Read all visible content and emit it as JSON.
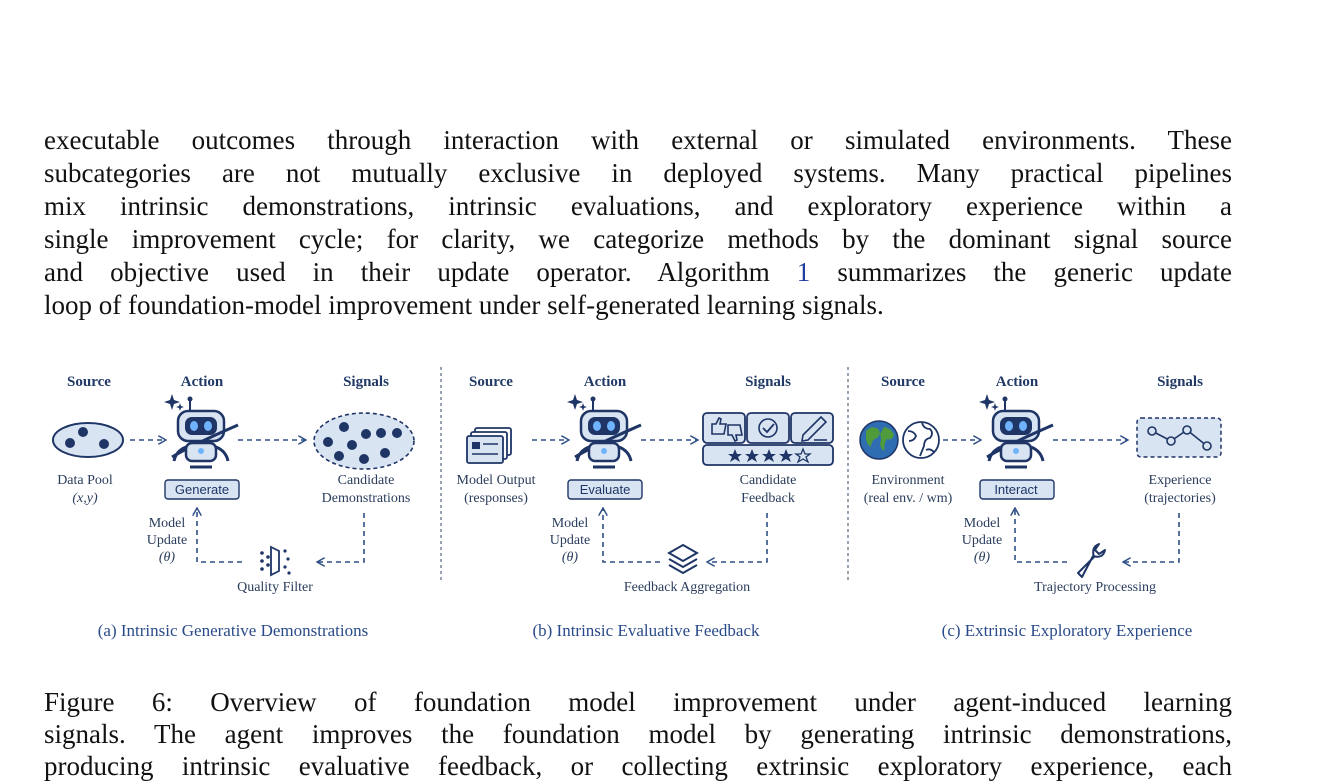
{
  "paragraph": {
    "lines": [
      "executable outcomes through interaction with external or simulated environments. These",
      "subcategories are not mutually exclusive in deployed systems. Many practical pipelines",
      "mix intrinsic demonstrations, intrinsic evaluations, and exploratory experience within a",
      "single improvement cycle; for clarity, we categorize methods by the dominant signal source"
    ],
    "line5_before_ref": "and objective used in their update operator. Algorithm ",
    "line5_ref": "1",
    "line5_after_ref": " summarizes the generic update",
    "line6": "loop of foundation-model improvement under self-generated learning signals."
  },
  "figure": {
    "panels": [
      {
        "headers": {
          "source": "Source",
          "action": "Action",
          "signals": "Signals"
        },
        "source_label": [
          "Data Pool",
          "(x,y)"
        ],
        "action_button": "Generate",
        "signal_label": [
          "Candidate",
          "Demonstrations"
        ],
        "update_label": [
          "Model",
          "Update",
          "(θ)"
        ],
        "process_label": "Quality Filter",
        "caption": "(a) Intrinsic Generative Demonstrations"
      },
      {
        "headers": {
          "source": "Source",
          "action": "Action",
          "signals": "Signals"
        },
        "source_label": [
          "Model Output",
          "(responses)"
        ],
        "action_button": "Evaluate",
        "signal_label": [
          "Candidate",
          "Feedback"
        ],
        "update_label": [
          "Model",
          "Update",
          "(θ)"
        ],
        "process_label": "Feedback Aggregation",
        "caption": "(b) Intrinsic Evaluative Feedback"
      },
      {
        "headers": {
          "source": "Source",
          "action": "Action",
          "signals": "Signals"
        },
        "source_label": [
          "Environment",
          "(real env. / wm)"
        ],
        "action_button": "Interact",
        "signal_label": [
          "Experience",
          "(trajectories)"
        ],
        "update_label": [
          "Model",
          "Update",
          "(θ)"
        ],
        "process_label": "Trajectory Processing",
        "caption": "(c) Extrinsic Exploratory Experience"
      }
    ],
    "colors": {
      "accent": "#2f4f86",
      "fill": "#d9e4f3",
      "dark": "#1e3566"
    }
  },
  "caption": {
    "lines": [
      "Figure 6: Overview of foundation model improvement under agent-induced learning",
      "signals. The agent improves the foundation model by generating intrinsic demonstrations,",
      "producing intrinsic evaluative feedback, or collecting extrinsic exploratory experience, each"
    ]
  }
}
